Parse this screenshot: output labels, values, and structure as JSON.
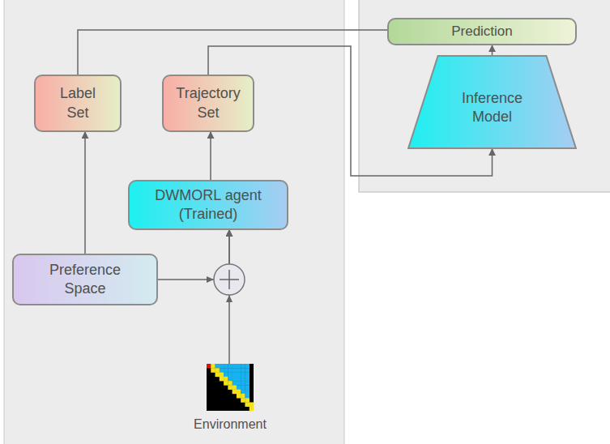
{
  "diagram": {
    "nodes": [
      {
        "text": [
          "Prediction"
        ]
      },
      {
        "text": [
          "Label Set"
        ]
      },
      {
        "text": [
          "Trajectory Set"
        ]
      },
      {
        "text": [
          "Inference Model"
        ]
      },
      {
        "text": [
          "DWMORL agent (Trained)"
        ]
      },
      {
        "text": [
          "Preference Space"
        ]
      },
      {
        "text": [
          "Environment"
        ]
      }
    ],
    "edges": [
      {
        "from": 5,
        "to": 1,
        "arrow": "to"
      },
      {
        "from": 4,
        "to": 2,
        "arrow": "to"
      },
      {
        "from": 1,
        "to": 0,
        "arrow": "none"
      },
      {
        "from": 2,
        "to": 3,
        "arrow": "to"
      },
      {
        "from": 3,
        "to": 0,
        "arrow": "to"
      },
      {
        "from": 5,
        "to": 4,
        "arrow": "to"
      },
      {
        "from": 6,
        "to": 4,
        "arrow": "to"
      }
    ]
  }
}
